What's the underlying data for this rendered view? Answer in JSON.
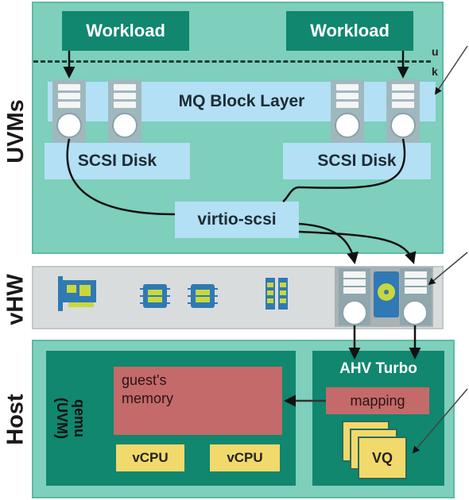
{
  "bands": {
    "uvms": "UVMs",
    "vhw": "vHW",
    "host": "Host"
  },
  "uvm": {
    "workload_left": "Workload",
    "workload_right": "Workload",
    "u_label": "u",
    "k_label": "k",
    "mq_block_layer": "MQ Block Layer",
    "scsi_disk_left": "SCSI Disk",
    "scsi_disk_right": "SCSI Disk",
    "virtio_scsi": "virtio-scsi"
  },
  "host": {
    "qemu_line1": "qemu",
    "qemu_line2": "(UVM)",
    "guest_memory_line1": "guest's",
    "guest_memory_line2": "memory",
    "vcpu_left": "vCPU",
    "vcpu_right": "vCPU",
    "ahv_turbo": "AHV Turbo",
    "mapping": "mapping",
    "vq": "VQ"
  },
  "colors": {
    "uvm_bg": "#7ecfbc",
    "vhw_bg": "#d9dcdc",
    "host_bg": "#7ecfbc",
    "dark_green": "#10876e",
    "light_blue": "#b3e0f5",
    "memory": "#c46a6a",
    "yellow": "#f2d96b"
  },
  "icons": [
    "pci-card-icon",
    "chip-icon",
    "chip-icon",
    "memory-module-icon",
    "hard-disk-icon"
  ]
}
